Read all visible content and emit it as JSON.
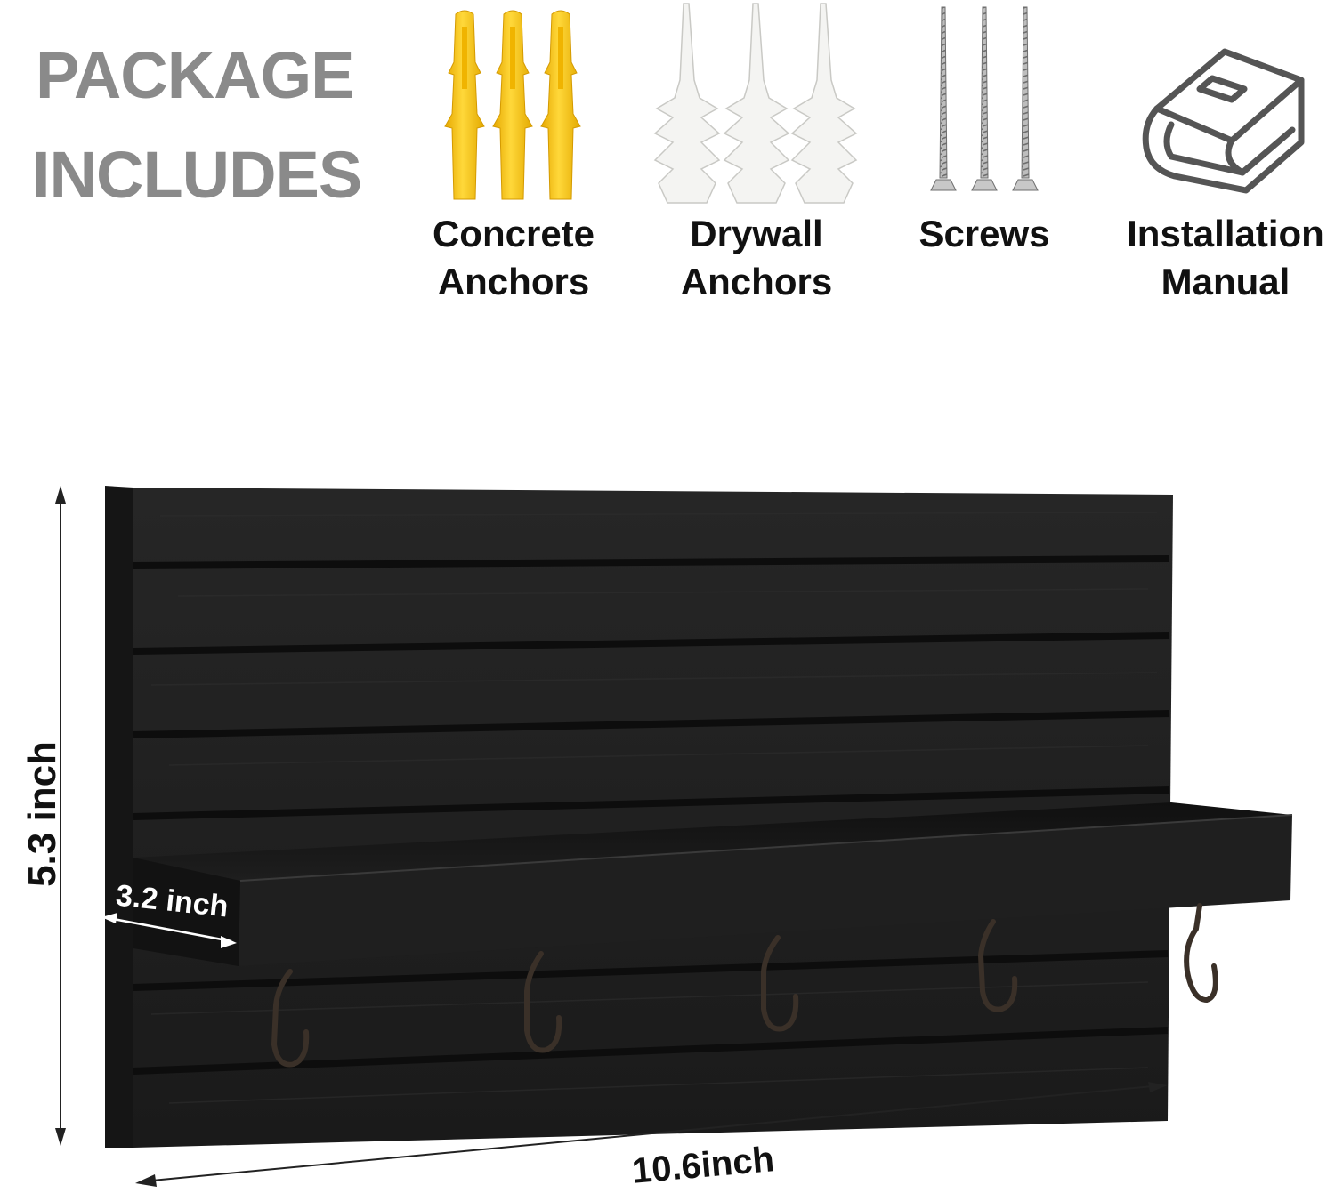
{
  "header": {
    "title_line1": "PACKAGE",
    "title_line2": "INCLUDES"
  },
  "items": [
    {
      "icon": "concrete-anchor-icon",
      "line1": "Concrete",
      "line2": "Anchors",
      "color": "#f5c518"
    },
    {
      "icon": "drywall-anchor-icon",
      "line1": "Drywall",
      "line2": "Anchors",
      "color": "#f2f2f2"
    },
    {
      "icon": "screw-icon",
      "line1": "Screws",
      "line2": "",
      "color": "#b9b9b9"
    },
    {
      "icon": "manual-book-icon",
      "line1": "Installation",
      "line2": "Manual",
      "color": "#555555"
    }
  ],
  "dimensions": {
    "height": "5.3 inch",
    "depth": "3.2 inch",
    "width": "10.6inch"
  },
  "product": {
    "name": "wall-mounted-key-holder-shelf",
    "color": "#1c1c1c",
    "hooks": 5
  }
}
